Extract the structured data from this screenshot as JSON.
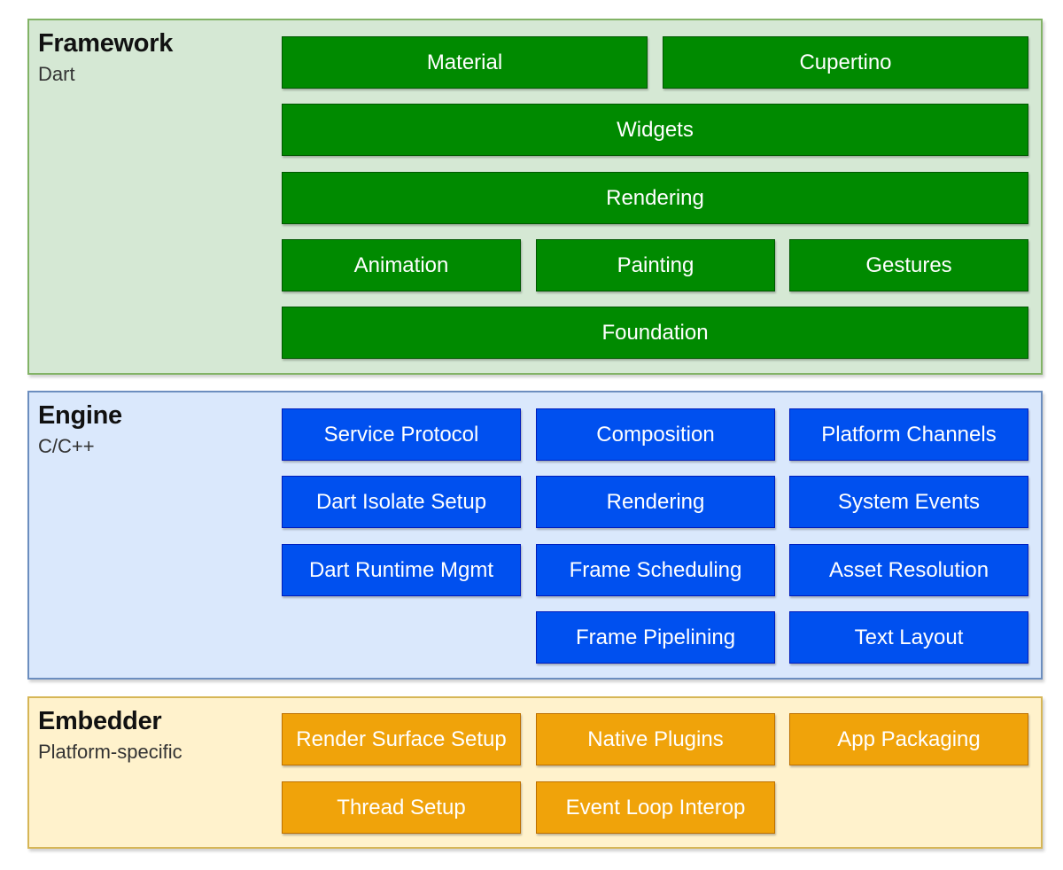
{
  "framework": {
    "title": "Framework",
    "subtitle": "Dart",
    "boxes": [
      "Material",
      "Cupertino",
      "Widgets",
      "Rendering",
      "Animation",
      "Painting",
      "Gestures",
      "Foundation"
    ]
  },
  "engine": {
    "title": "Engine",
    "subtitle": "C/C++",
    "boxes": [
      "Service Protocol",
      "Composition",
      "Platform Channels",
      "Dart Isolate Setup",
      "Rendering",
      "System Events",
      "Dart Runtime Mgmt",
      "Frame Scheduling",
      "Asset Resolution",
      "Frame Pipelining",
      "Text Layout"
    ]
  },
  "embedder": {
    "title": "Embedder",
    "subtitle": "Platform-specific",
    "boxes": [
      "Render Surface Setup",
      "Native Plugins",
      "App Packaging",
      "Thread Setup",
      "Event Loop Interop"
    ]
  },
  "colors": {
    "framework_fill": "#d5e8d4",
    "framework_box": "#008a00",
    "engine_fill": "#dae8fc",
    "engine_box": "#0050ef",
    "embedder_fill": "#fff2cc",
    "embedder_box": "#f0a30a"
  }
}
